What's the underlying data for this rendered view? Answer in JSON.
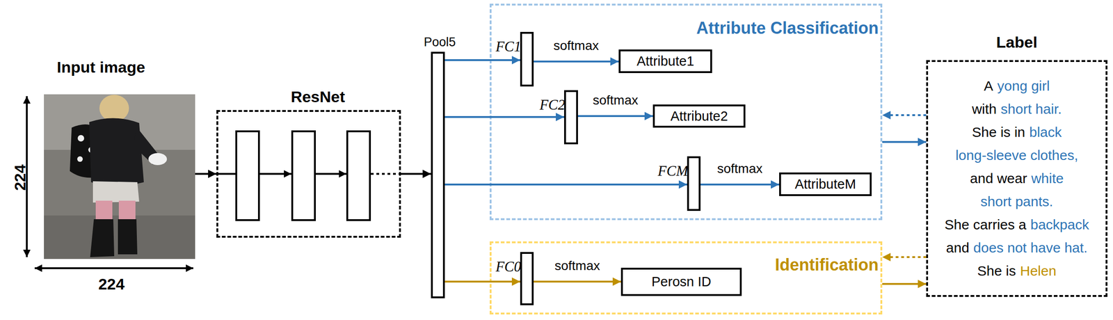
{
  "diagram": {
    "nodes": [
      {
        "text": [
          "Input image"
        ]
      },
      {
        "text": [
          "ResNet"
        ]
      },
      {
        "text": [
          "Pool5"
        ]
      },
      {
        "text": [
          "Attribute Classification"
        ]
      },
      {
        "text": [
          "FC1"
        ],
        "in": 3
      },
      {
        "text": [
          "Attribute1"
        ],
        "in": 3
      },
      {
        "text": [
          "FC2"
        ],
        "in": 3
      },
      {
        "text": [
          "Attribute2"
        ],
        "in": 3
      },
      {
        "text": [
          "FCM"
        ],
        "in": 3
      },
      {
        "text": [
          "AttributeM"
        ],
        "in": 3
      },
      {
        "text": [
          "Identification"
        ]
      },
      {
        "text": [
          "FC0"
        ],
        "in": 10
      },
      {
        "text": [
          "Perosn ID"
        ],
        "in": 10
      },
      {
        "text": [
          "Label",
          "A",
          "yong girl",
          "with",
          "short hair.",
          "She is in",
          "black",
          "long-sleeve clothes,",
          "and wear",
          "white",
          "short pants.",
          "She carries a",
          "backpack",
          "and",
          "does not have hat.",
          "She is",
          "Helen"
        ]
      }
    ],
    "edges": [
      {
        "from": 0,
        "to": 1,
        "arrow": "to"
      },
      {
        "from": 1,
        "to": 2,
        "arrow": "to"
      },
      {
        "from": 2,
        "to": 4,
        "arrow": "to"
      },
      {
        "from": 2,
        "to": 6,
        "arrow": "to"
      },
      {
        "from": 2,
        "to": 8,
        "arrow": "to"
      },
      {
        "from": 2,
        "to": 11,
        "arrow": "to"
      },
      {
        "from": 4,
        "to": 5,
        "label": "softmax",
        "arrow": "to"
      },
      {
        "from": 6,
        "to": 7,
        "label": "softmax",
        "arrow": "to"
      },
      {
        "from": 8,
        "to": 9,
        "label": "softmax",
        "arrow": "to"
      },
      {
        "from": 11,
        "to": 12,
        "label": "softmax",
        "arrow": "to"
      },
      {
        "from": 13,
        "to": 3,
        "arrow": "to"
      },
      {
        "from": 3,
        "to": 13,
        "arrow": "to"
      },
      {
        "from": 13,
        "to": 10,
        "arrow": "to"
      },
      {
        "from": 10,
        "to": 13,
        "arrow": "to"
      }
    ],
    "labels": [
      "224",
      "224"
    ]
  }
}
